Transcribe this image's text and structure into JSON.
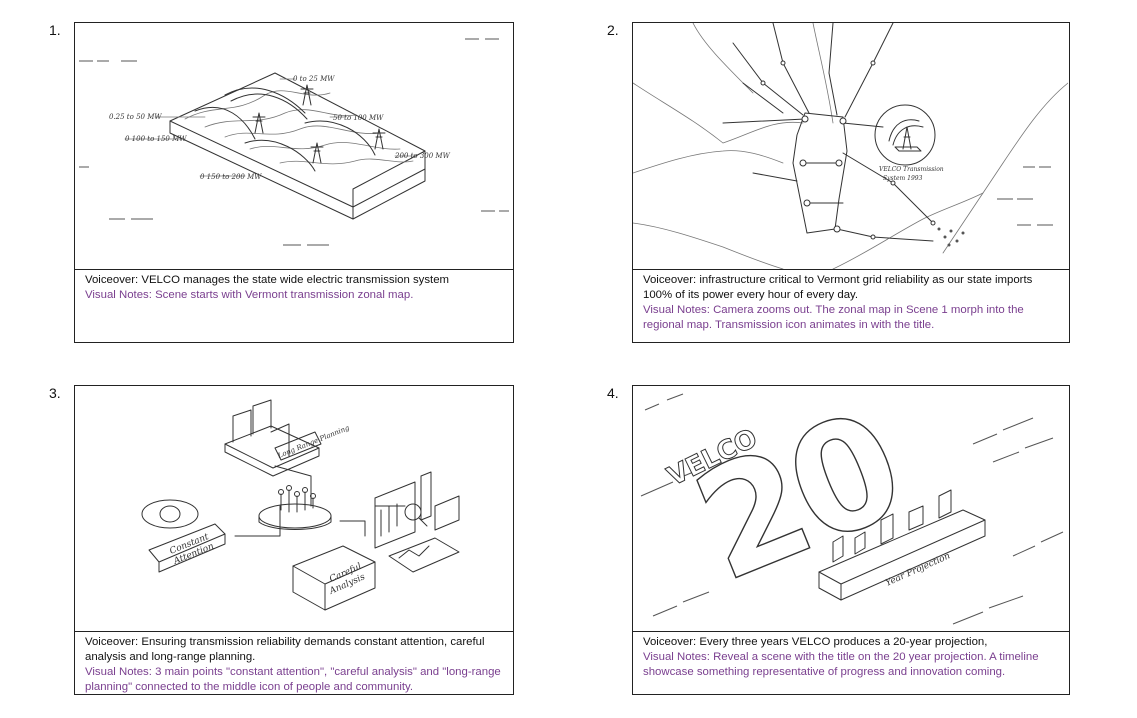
{
  "panels": [
    {
      "number": "1.",
      "voiceover": "Voiceover: VELCO manages the state wide electric transmission system",
      "visual_notes": "Visual Notes: Scene starts with Vermont transmission zonal map.",
      "labels": [
        "0 to 25 MW",
        "0.25 to 50 MW",
        "50 to 100 MW",
        "0 100 to 150 MW",
        "200 to 300 MW",
        "0 150 to 200 MW"
      ]
    },
    {
      "number": "2.",
      "voiceover": "Voiceover: infrastructure critical to Vermont grid reliability as our state imports 100% of its power every hour of every day.",
      "visual_notes": "Visual Notes: Camera zooms out. The zonal map in Scene 1 morph into the regional map. Transmission icon animates in with the title.",
      "labels": [
        "VELCO Transmission",
        "System 1993"
      ]
    },
    {
      "number": "3.",
      "voiceover": "Voiceover: Ensuring transmission reliability demands constant attention, careful analysis and long-range planning.",
      "visual_notes": "Visual Notes: 3 main points \"constant attention\", \"careful analysis\" and \"long-range planning\" connected to the middle icon of people and community.",
      "labels": [
        "Long Range Planning",
        "Constant",
        "Attention",
        "Careful",
        "Analysis"
      ]
    },
    {
      "number": "4.",
      "voiceover": "Voiceover: Every three years VELCO produces a 20-year projection,",
      "visual_notes": "Visual Notes: Reveal a scene with the title on the 20 year projection. A timeline showcase something representative of progress and innovation coming.",
      "labels": [
        "VELCO",
        "20",
        "Year Projection"
      ]
    }
  ]
}
